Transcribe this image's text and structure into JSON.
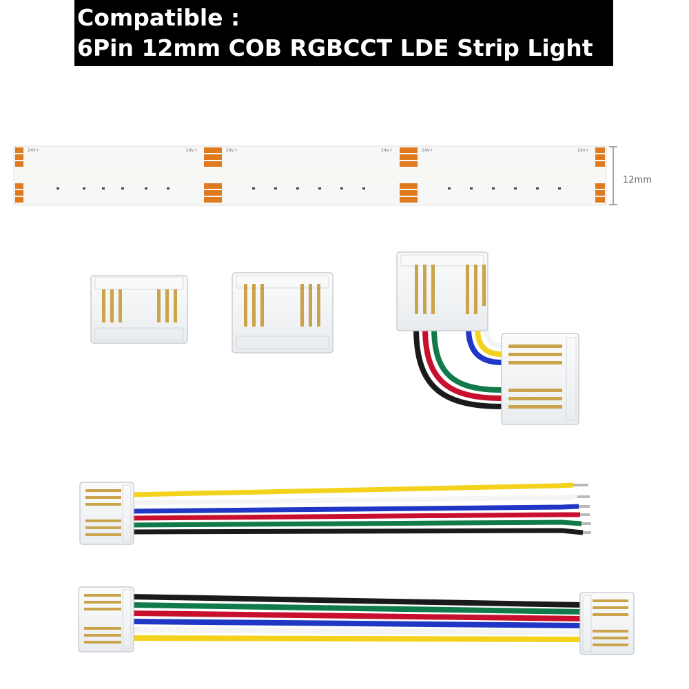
{
  "banner": {
    "line1": "Compatible :",
    "line2": "6Pin 12mm COB RGBCCT LDE Strip Light"
  },
  "strip": {
    "width_label": "12mm",
    "pad_voltage": "24V+"
  },
  "colors": {
    "banner_bg": "#000000",
    "banner_text": "#ffffff",
    "pad": "#e07a1f",
    "wire_yellow": "#f2d21b",
    "wire_white": "#f4f4f4",
    "wire_blue": "#1f37c4",
    "wire_red": "#c8102e",
    "wire_green": "#117a4a",
    "wire_black": "#1a1a1a"
  }
}
